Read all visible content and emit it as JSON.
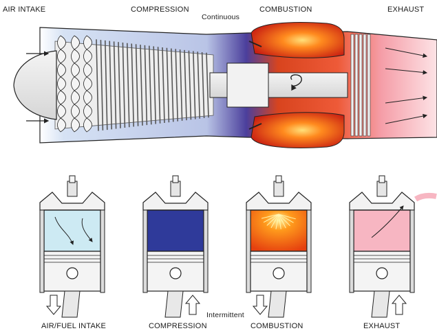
{
  "jet_engine": {
    "stage_labels": [
      "AIR INTAKE",
      "COMPRESSION",
      "COMBUSTION",
      "EXHAUST"
    ],
    "mode_label": "Continuous"
  },
  "piston_engine": {
    "stroke_labels": [
      "AIR/FUEL INTAKE",
      "COMPRESSION",
      "COMBUSTION",
      "EXHAUST"
    ],
    "mode_label": "Intermittent"
  },
  "colors": {
    "intake": "#cdeaf3",
    "compression": "#2f3a9a",
    "combustion": "#f05a1c",
    "exhaust": "#f7b6c2",
    "metal": "#e9e9e9",
    "outline": "#222222"
  },
  "icons": [
    "flow-arrow-icon",
    "rotation-arrow-icon",
    "spark-plug-icon",
    "piston-arrow-icon"
  ]
}
